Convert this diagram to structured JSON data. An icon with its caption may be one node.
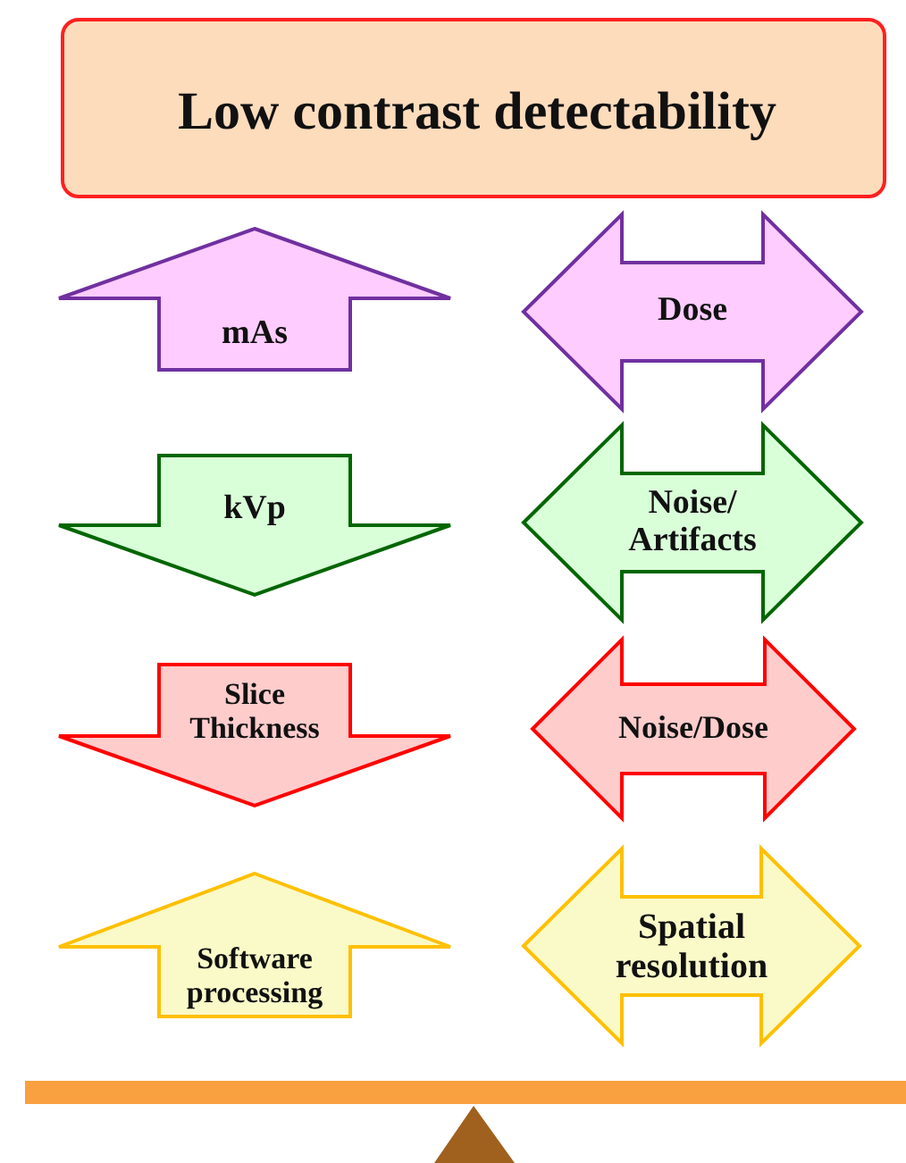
{
  "diagram": {
    "nodes": [
      {
        "text": [
          "Low contrast detectability"
        ]
      },
      {
        "text": [
          "mAs"
        ]
      },
      {
        "text": [
          "Dose"
        ]
      },
      {
        "text": [
          "kVp"
        ]
      },
      {
        "text": [
          "Noise/ Artifacts"
        ]
      },
      {
        "text": [
          "Slice Thickness"
        ]
      },
      {
        "text": [
          "Noise/Dose"
        ]
      },
      {
        "text": [
          "Software processing"
        ]
      },
      {
        "text": [
          "Spatial resolution"
        ]
      }
    ],
    "edges": []
  }
}
